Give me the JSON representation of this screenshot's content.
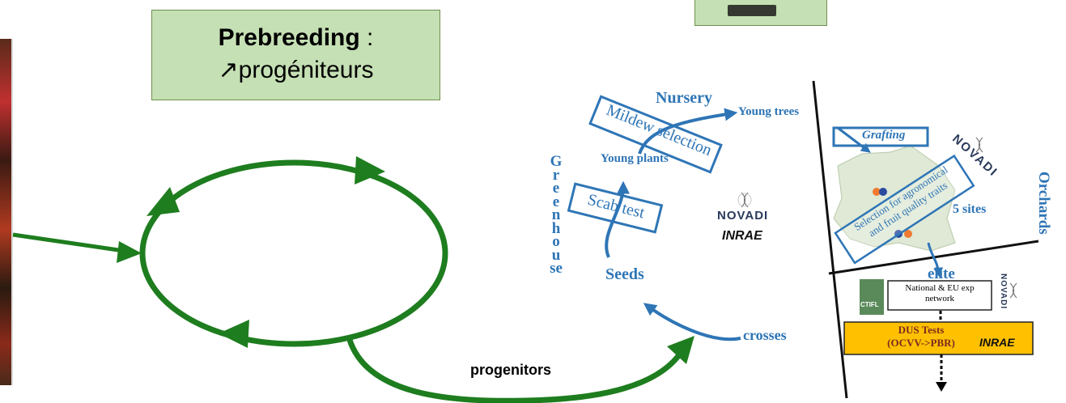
{
  "prebreeding_box": {
    "title": "Prebreeding",
    "separator": " :",
    "subtitle": "↗progéniteurs"
  },
  "progenitors_label": "progenitors",
  "crosses_label": "crosses",
  "nursery": {
    "title": "Nursery",
    "mildew": "Mildew selection",
    "young_trees": "Young trees",
    "young_plants": "Young plants"
  },
  "greenhouse_label": "Greenhouse",
  "scab": "Scab test",
  "seeds": "Seeds",
  "logos": {
    "novadi": "NOVADI",
    "inrae": "INRAE",
    "ctifl": "CTIFL"
  },
  "orchards": {
    "label": "Orchards",
    "grafting": "Grafting",
    "selection_line1": "Selection for agronomical",
    "selection_line2": "and fruit quality traits",
    "sites": "5 sites"
  },
  "elite": "elite",
  "network": {
    "line1": "National & EU exp",
    "line2": "network"
  },
  "dus": {
    "line1": "DUS Tests",
    "line2": "(OCVV->PBR)",
    "inrae": "INRAE"
  },
  "colors": {
    "green": "#1e7d1e",
    "blue": "#2e75b6",
    "box_fill": "#c5e0b4",
    "dus_fill": "#ffc000"
  }
}
